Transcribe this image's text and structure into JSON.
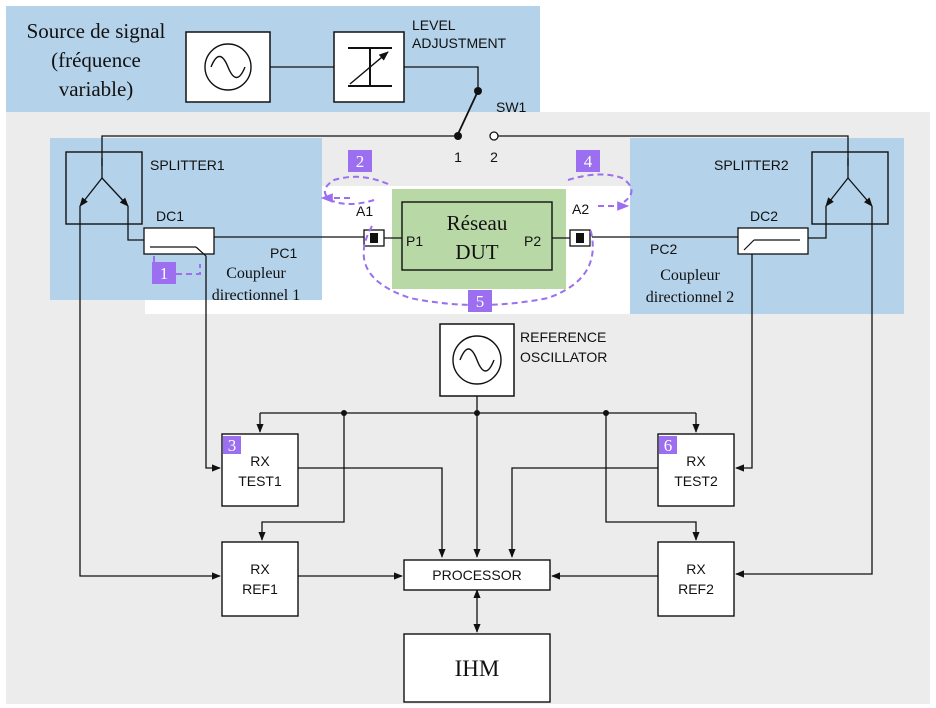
{
  "source": {
    "line1": "Source de signal",
    "line2": "(fréquence",
    "line3": "variable)"
  },
  "level_adjustment": {
    "line1": "LEVEL",
    "line2": "ADJUSTMENT"
  },
  "switch": {
    "label": "SW1",
    "pos1": "1",
    "pos2": "2"
  },
  "splitter1": "SPLITTER1",
  "splitter2": "SPLITTER2",
  "dc1": "DC1",
  "dc2": "DC2",
  "pc1": "PC1",
  "pc2": "PC2",
  "coupler1": {
    "line1": "Coupleur",
    "line2": "directionnel 1"
  },
  "coupler2": {
    "line1": "Coupleur",
    "line2": "directionnel 2"
  },
  "a1": "A1",
  "a2": "A2",
  "p1": "P1",
  "p2": "P2",
  "dut": {
    "line1": "Réseau",
    "line2": "DUT"
  },
  "reference_oscillator": {
    "line1": "REFERENCE",
    "line2": "OSCILLATOR"
  },
  "rx_test1": {
    "line1": "RX",
    "line2": "TEST1"
  },
  "rx_test2": {
    "line1": "RX",
    "line2": "TEST2"
  },
  "rx_ref1": {
    "line1": "RX",
    "line2": "REF1"
  },
  "rx_ref2": {
    "line1": "RX",
    "line2": "REF2"
  },
  "processor": "PROCESSOR",
  "ihm": "IHM",
  "badges": [
    "1",
    "2",
    "3",
    "4",
    "5",
    "6"
  ],
  "colors": {
    "region_blue": "#b4d2ea",
    "panel_gray": "#ececec",
    "dut_green": "#b8d9a6",
    "badge_purple": "#9b6ff0"
  }
}
